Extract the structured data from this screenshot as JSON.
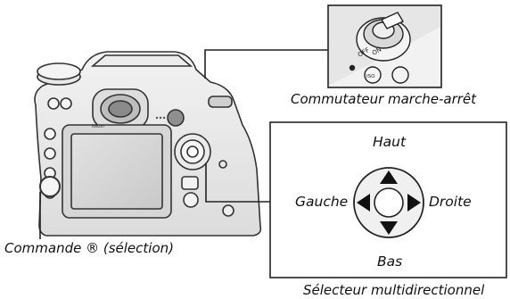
{
  "labels": {
    "power_switch": "Commutateur marche-arrêt",
    "ok_button": "Commande ® (sélection)",
    "multi_selector": "Sélecteur multidirectionnel"
  },
  "directions": {
    "up": "Haut",
    "down": "Bas",
    "left": "Gauche",
    "right": "Droite"
  },
  "switch_marks": {
    "off": "OFF",
    "on": "ON",
    "iso": "ISO"
  },
  "brand": "Nikon",
  "icons": [
    "camera-body-illustration",
    "power-switch-closeup",
    "multi-selector-pad",
    "ok-button-icon"
  ]
}
